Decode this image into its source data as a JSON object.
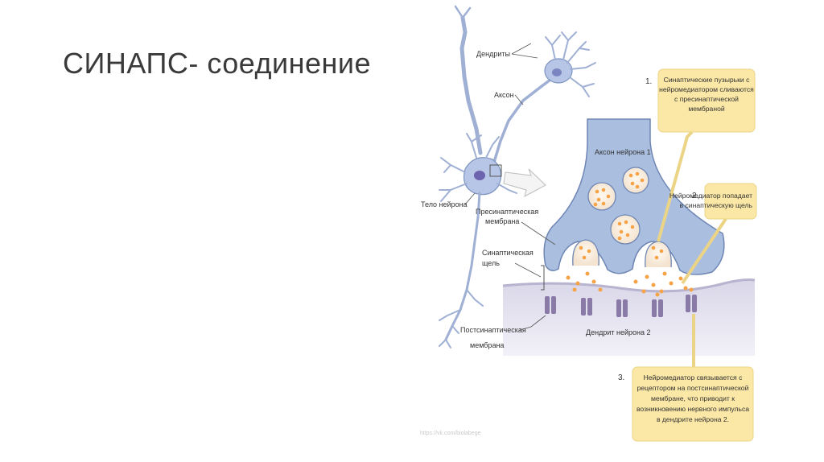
{
  "slide": {
    "title": "СИНАПС- соединение"
  },
  "diagram": {
    "labels": {
      "dendrites": "Дендриты",
      "axon": "Аксон",
      "neuron_body": "Тело нейрона",
      "axon_neuron1": "Аксон нейрона 1",
      "presynaptic_1": "Пресинаптическая",
      "presynaptic_2": "мембрана",
      "cleft_1": "Синаптическая",
      "cleft_2": "щель",
      "postsynaptic_1": "Постсинаптическая",
      "postsynaptic_2": "мембрана",
      "dendrite_neuron2": "Дендрит нейрона 2"
    },
    "steps": [
      {
        "number": "1.",
        "lines": [
          "Синаптические пузырьки с",
          "нейромедиатором сливаются",
          "с пресинаптической",
          "мембраной"
        ]
      },
      {
        "number": "2.",
        "lines": [
          "Нейромедиатор попадает",
          "в синаптическую щель"
        ]
      },
      {
        "number": "3.",
        "lines": [
          "Нейромедиатор связывается с",
          "рецептором на постсинаптической",
          "мембране, что приводит к",
          "возникновению нервного импульса",
          "в дендрите нейрона 2."
        ]
      }
    ],
    "source": "https://vk.com/biolabege",
    "colors": {
      "neuron": "#aabfe0",
      "neuron_stroke": "#6f86b4",
      "callout": "#fbe8a6",
      "callout_stroke": "#ecd486",
      "vesicle": "#f6a347",
      "postsynaptic": "#e4e2ef",
      "receptor": "#8a7aa8"
    }
  }
}
